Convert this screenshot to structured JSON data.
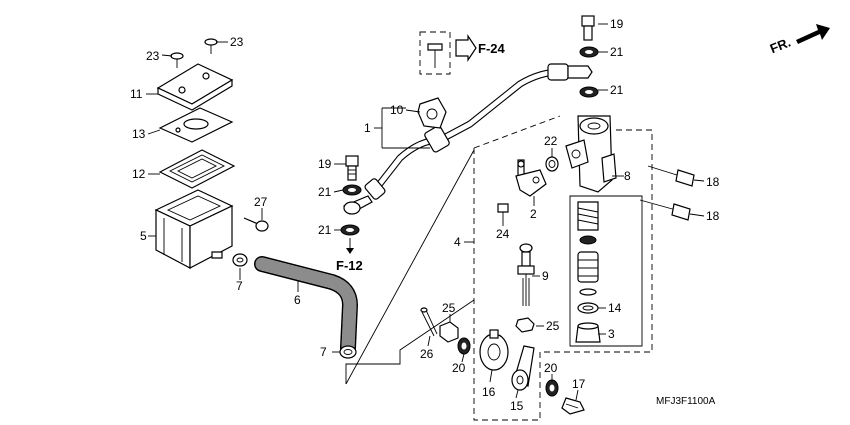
{
  "callouts": [
    {
      "id": "c23a",
      "label": "23"
    },
    {
      "id": "c23b",
      "label": "23"
    },
    {
      "id": "c11",
      "label": "11"
    },
    {
      "id": "c13",
      "label": "13"
    },
    {
      "id": "c12",
      "label": "12"
    },
    {
      "id": "c27",
      "label": "27"
    },
    {
      "id": "c5",
      "label": "5"
    },
    {
      "id": "c7a",
      "label": "7"
    },
    {
      "id": "c6",
      "label": "6"
    },
    {
      "id": "c7b",
      "label": "7"
    },
    {
      "id": "c10",
      "label": "10"
    },
    {
      "id": "c1",
      "label": "1"
    },
    {
      "id": "c19a",
      "label": "19"
    },
    {
      "id": "c21a",
      "label": "21"
    },
    {
      "id": "c21b",
      "label": "21"
    },
    {
      "id": "c4",
      "label": "4"
    },
    {
      "id": "c22",
      "label": "22"
    },
    {
      "id": "c2",
      "label": "2"
    },
    {
      "id": "c24",
      "label": "24"
    },
    {
      "id": "c9",
      "label": "9"
    },
    {
      "id": "c25a",
      "label": "25"
    },
    {
      "id": "c25b",
      "label": "25"
    },
    {
      "id": "c26",
      "label": "26"
    },
    {
      "id": "c20a",
      "label": "20"
    },
    {
      "id": "c16",
      "label": "16"
    },
    {
      "id": "c15",
      "label": "15"
    },
    {
      "id": "c20b",
      "label": "20"
    },
    {
      "id": "c17",
      "label": "17"
    },
    {
      "id": "c19b",
      "label": "19"
    },
    {
      "id": "c21c",
      "label": "21"
    },
    {
      "id": "c21d",
      "label": "21"
    },
    {
      "id": "c8",
      "label": "8"
    },
    {
      "id": "c18a",
      "label": "18"
    },
    {
      "id": "c18b",
      "label": "18"
    },
    {
      "id": "c14",
      "label": "14"
    },
    {
      "id": "c3",
      "label": "3"
    }
  ],
  "refs": {
    "f24": "F-24",
    "f12": "F-12",
    "front": "FR."
  },
  "diagram_code": "MFJ3F1100A"
}
